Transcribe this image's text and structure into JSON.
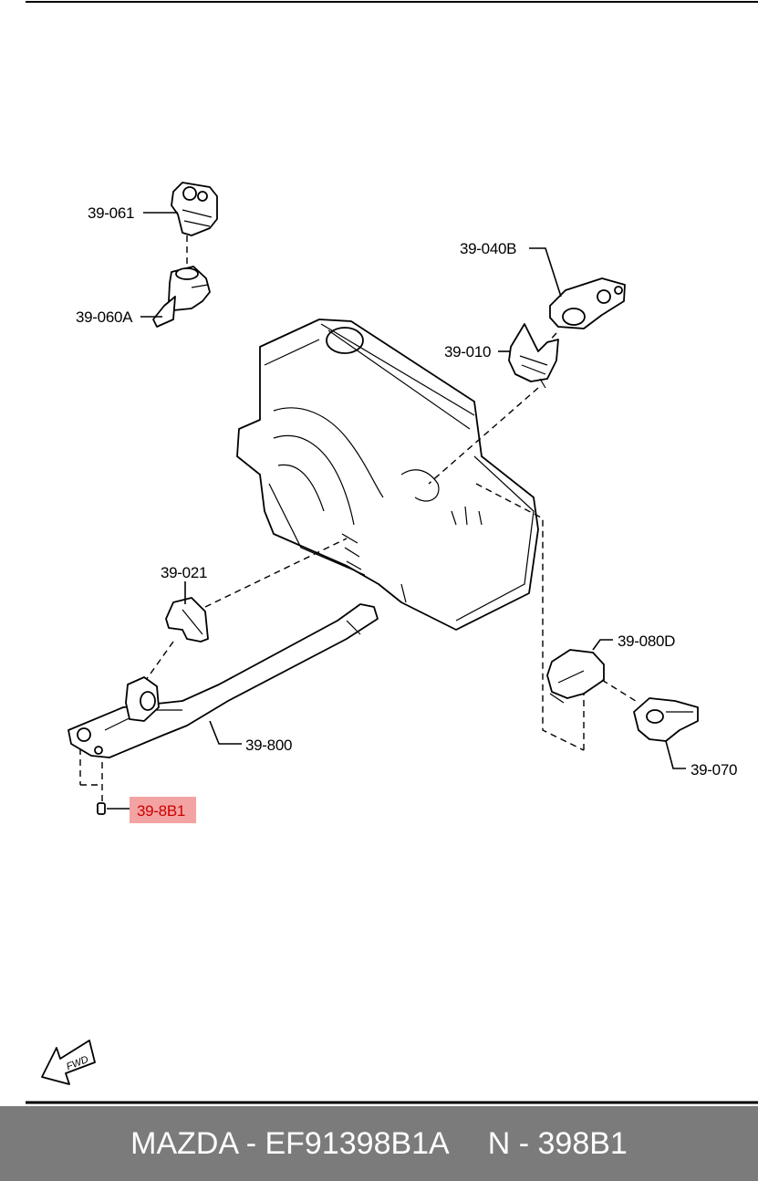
{
  "callouts": {
    "p39_061": "39-061",
    "p39_060a": "39-060A",
    "p39_040b": "39-040B",
    "p39_010": "39-010",
    "p39_021": "39-021",
    "p39_080d": "39-080D",
    "p39_800": "39-800",
    "p39_070": "39-070",
    "p39_8b1": "39-8B1"
  },
  "fwd_label": "FWD",
  "footer": {
    "left": "MAZDA - EF91398B1A",
    "right": "N - 398B1"
  },
  "colors": {
    "highlight": "#f4a3a3",
    "highlight_text": "#cc0000",
    "footer_bg": "#7b7b7b"
  }
}
